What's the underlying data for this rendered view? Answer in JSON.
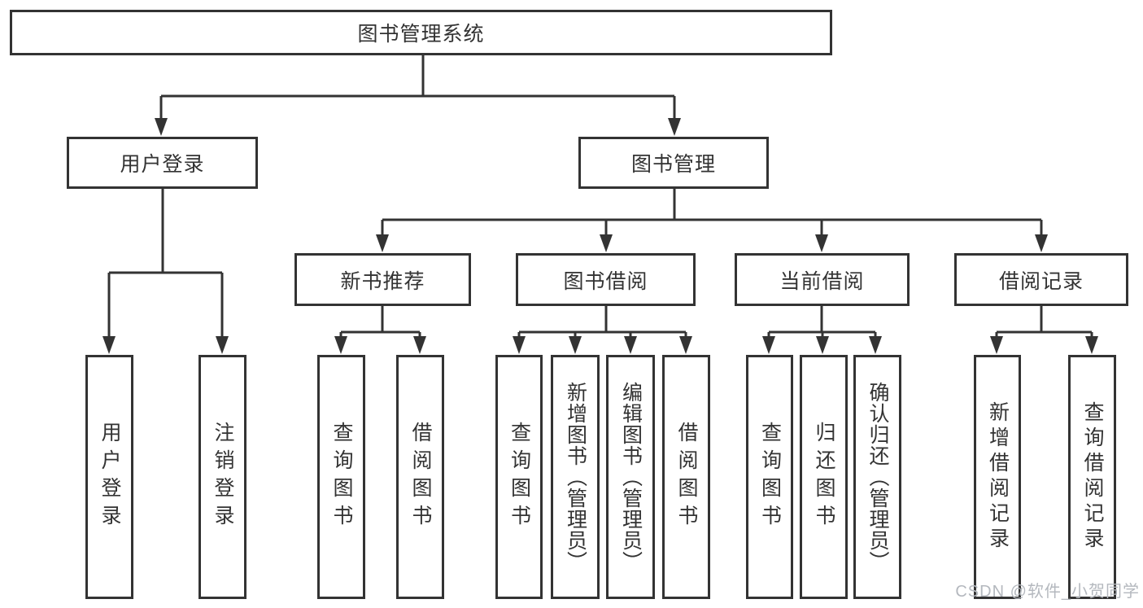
{
  "nodes": {
    "root": "图书管理系统",
    "user_login": "用户登录",
    "book_mgmt": "图书管理",
    "new_book_recommend": "新书推荐",
    "book_borrow": "图书借阅",
    "current_borrow": "当前借阅",
    "borrow_records": "借阅记录"
  },
  "leaves": {
    "user_login": [
      "用户登录",
      "注销登录"
    ],
    "new_book_recommend": [
      "查询图书",
      "借阅图书"
    ],
    "book_borrow": [
      "查询图书",
      "新增图书（管理员）",
      "编辑图书（管理员）",
      "借阅图书"
    ],
    "current_borrow": [
      "查询图书",
      "归还图书",
      "确认归还（管理员）"
    ],
    "borrow_records": [
      "新增借阅记录",
      "查询借阅记录"
    ]
  },
  "watermark": "CSDN @软件_小贺同学",
  "colors": {
    "line": "#333333",
    "text": "#333333",
    "background": "#ffffff",
    "watermark": "#b4b8be"
  }
}
